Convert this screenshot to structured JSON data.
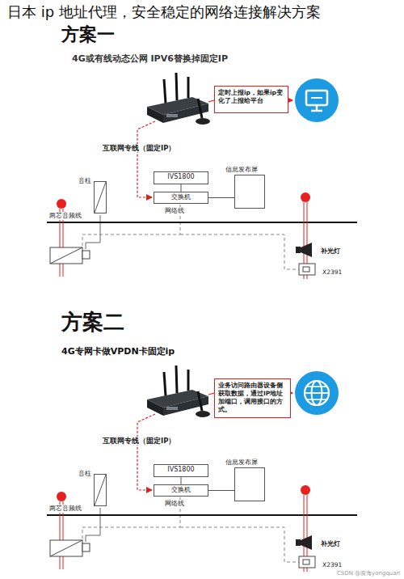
{
  "diagram": {
    "title": "日本 ip 地址代理，安全稳定的网络连接解决方案",
    "nodes": [
      {
        "text": [
          "定时上报ip，如果ip变化了上报给平台"
        ]
      },
      {
        "text": [
          "音柱"
        ]
      },
      {
        "text": [
          "IVS1800"
        ]
      },
      {
        "text": [
          "交换机"
        ]
      },
      {
        "text": [
          "信息发布屏"
        ]
      },
      {
        "text": [
          "业务访问路由器设备侧获取数据，通过IP地址加端口，调用接口的方式。"
        ]
      },
      {
        "text": [
          "音柱"
        ]
      },
      {
        "text": [
          "IVS1800"
        ]
      },
      {
        "text": [
          "交换机"
        ]
      },
      {
        "text": [
          "信息发布屏"
        ]
      }
    ],
    "edges": [
      {
        "from": 3,
        "to": 2,
        "arrow": "none"
      },
      {
        "from": 3,
        "to": 4,
        "arrow": "none"
      },
      {
        "from": 8,
        "to": 7,
        "arrow": "none"
      },
      {
        "from": 8,
        "to": 9,
        "arrow": "none"
      }
    ],
    "labels": [
      "方案一",
      "4G或有线动态公网 IPV6替换掉固定IP",
      "互联网专线（固定IP）",
      "两芯音频线",
      "网络线",
      "补光灯",
      "X2391",
      "方案二",
      "4G专网卡做VPDN卡固定ip",
      "互联网专线（固定IP）",
      "两芯音频线",
      "网络线",
      "补光灯",
      "X2391",
      "CSDN @渡海yongquan"
    ]
  }
}
